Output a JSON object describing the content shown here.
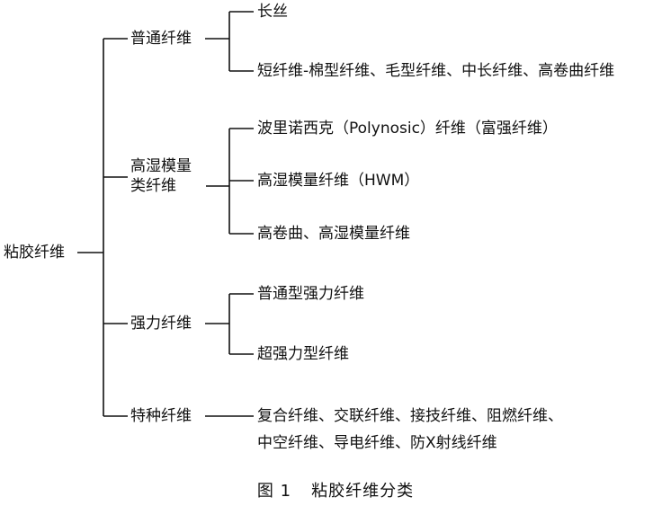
{
  "diagram": {
    "root": {
      "label": "粘胶纤维",
      "children": [
        {
          "label": "普通纤维",
          "children": [
            {
              "lines": [
                "长丝"
              ]
            },
            {
              "lines": [
                "短纤维-棉型纤维、毛型纤维、中长纤维、高卷曲纤维"
              ]
            }
          ]
        },
        {
          "lines": [
            "高湿模量",
            "类纤维"
          ],
          "children": [
            {
              "lines": [
                "波里诺西克（Polynosic）纤维（富强纤维）"
              ]
            },
            {
              "lines": [
                "高湿模量纤维（HWM）"
              ]
            },
            {
              "lines": [
                "高卷曲、高湿模量纤维"
              ]
            }
          ]
        },
        {
          "label": "强力纤维",
          "children": [
            {
              "lines": [
                "普通型强力纤维"
              ]
            },
            {
              "lines": [
                "超强力型纤维"
              ]
            }
          ]
        },
        {
          "label": "特种纤维",
          "children": [
            {
              "lines": [
                "复合纤维、交联纤维、接技纤维、阻燃纤维、",
                "中空纤维、导电纤维、防X射线纤维"
              ]
            }
          ]
        }
      ]
    }
  },
  "caption": {
    "number": "图 1",
    "title": "粘胶纤维分类"
  },
  "line_color": "#111111",
  "text_color": "#111111"
}
